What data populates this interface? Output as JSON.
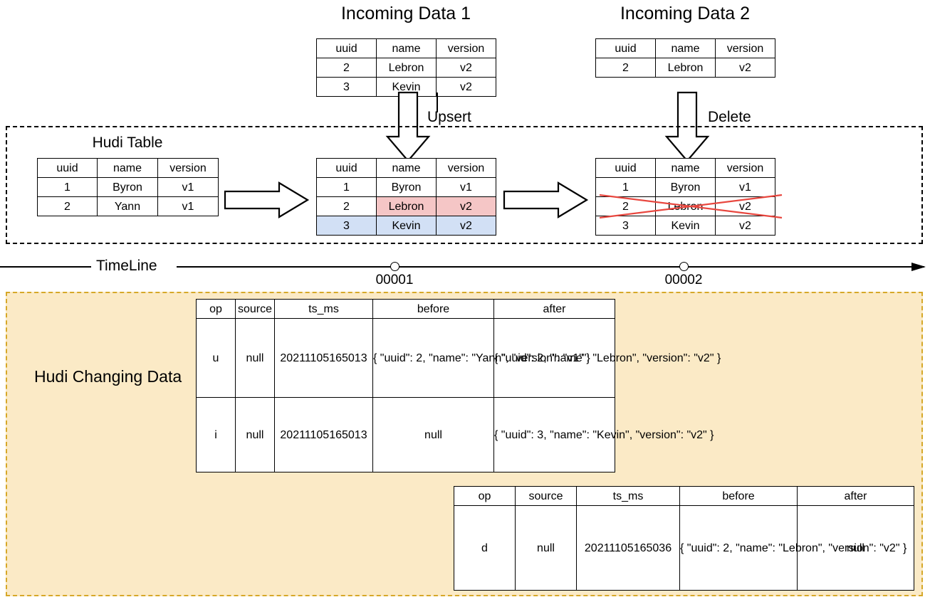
{
  "diagram": {
    "title_incoming_1": "Incoming Data 1",
    "title_incoming_2": "Incoming Data 2",
    "hudi_table_label": "Hudi Table",
    "hudi_changing_data_label": "Hudi Changing Data",
    "upsert_label": "Upsert",
    "delete_label": "Delete"
  },
  "columns": {
    "uuid": "uuid",
    "name": "name",
    "version": "version"
  },
  "incoming_1": {
    "headers": [
      "uuid",
      "name",
      "version"
    ],
    "rows": [
      [
        "2",
        "Lebron",
        "v2"
      ],
      [
        "3",
        "Kevin",
        "v2"
      ]
    ]
  },
  "incoming_2": {
    "headers": [
      "uuid",
      "name",
      "version"
    ],
    "rows": [
      [
        "2",
        "Lebron",
        "v2"
      ]
    ]
  },
  "hudi_initial": {
    "headers": [
      "uuid",
      "name",
      "version"
    ],
    "rows": [
      [
        "1",
        "Byron",
        "v1"
      ],
      [
        "2",
        "Yann",
        "v1"
      ]
    ]
  },
  "hudi_after_upsert": {
    "headers": [
      "uuid",
      "name",
      "version"
    ],
    "rows": [
      [
        "1",
        "Byron",
        "v1"
      ],
      [
        "2",
        "Lebron",
        "v2"
      ],
      [
        "3",
        "Kevin",
        "v2"
      ]
    ]
  },
  "hudi_after_delete": {
    "headers": [
      "uuid",
      "name",
      "version"
    ],
    "rows": [
      [
        "1",
        "Byron",
        "v1"
      ],
      [
        "2",
        "Lebron",
        "v2"
      ],
      [
        "3",
        "Kevin",
        "v2"
      ]
    ]
  },
  "timeline": {
    "label": "TimeLine",
    "ticks": [
      "00001",
      "00002"
    ]
  },
  "cdc_table_1": {
    "headers": [
      "op",
      "source",
      "ts_ms",
      "before",
      "after"
    ],
    "rows": [
      {
        "op": "u",
        "source": "null",
        "ts_ms": "20211105165013",
        "before": "{\n  \"uuid\": 2,\n  \"name\": \"Yann\",\n  \"version\": \"v1\"\n}",
        "after": "{\n  \"uuid\": 2,\n  \"name\": \"Lebron\",\n  \"version\": \"v2\"\n}"
      },
      {
        "op": "i",
        "source": "null",
        "ts_ms": "20211105165013",
        "before": "null",
        "after": "{\n  \"uuid\": 3,\n  \"name\": \"Kevin\",\n  \"version\": \"v2\"\n}"
      }
    ]
  },
  "cdc_table_2": {
    "headers": [
      "op",
      "source",
      "ts_ms",
      "before",
      "after"
    ],
    "rows": [
      {
        "op": "d",
        "source": "null",
        "ts_ms": "20211105165036",
        "before": "{\n  \"uuid\": 2,\n  \"name\": \"Lebron\",\n  \"version\": \"v2\"\n}",
        "after": "null"
      }
    ]
  },
  "colors": {
    "highlight_update": "#f5c6c6",
    "highlight_insert": "#d2e0f5",
    "delete_mark": "#e8473f",
    "panel_background": "#fbeac6",
    "panel_border": "#d6a829"
  }
}
